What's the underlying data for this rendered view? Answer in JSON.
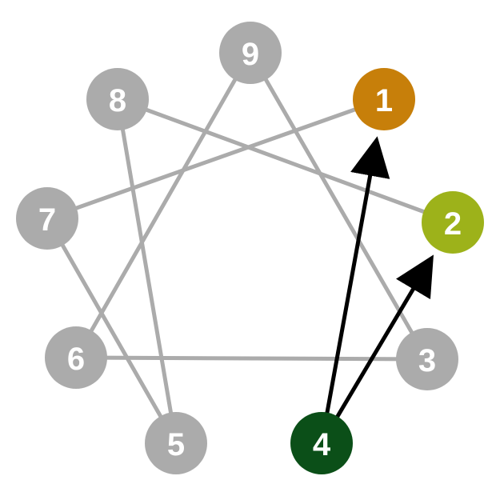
{
  "diagram": {
    "nodes": [
      {
        "id": "1",
        "label": "1",
        "color": "#C77F0A"
      },
      {
        "id": "2",
        "label": "2",
        "color": "#9DB21A"
      },
      {
        "id": "3",
        "label": "3",
        "color": "#ABABAB"
      },
      {
        "id": "4",
        "label": "4",
        "color": "#0B4F18"
      },
      {
        "id": "5",
        "label": "5",
        "color": "#ABABAB"
      },
      {
        "id": "6",
        "label": "6",
        "color": "#ABABAB"
      },
      {
        "id": "7",
        "label": "7",
        "color": "#ABABAB"
      },
      {
        "id": "8",
        "label": "8",
        "color": "#ABABAB"
      },
      {
        "id": "9",
        "label": "9",
        "color": "#ABABAB"
      }
    ],
    "line_color": "#ABABAB",
    "arrow_color": "#000000",
    "connections": [
      [
        "1",
        "7"
      ],
      [
        "7",
        "5"
      ],
      [
        "5",
        "8"
      ],
      [
        "8",
        "2"
      ],
      [
        "9",
        "6"
      ],
      [
        "6",
        "3"
      ],
      [
        "3",
        "9"
      ]
    ],
    "arrows": [
      {
        "from": "4",
        "to": "1"
      },
      {
        "from": "4",
        "to": "2"
      }
    ]
  }
}
